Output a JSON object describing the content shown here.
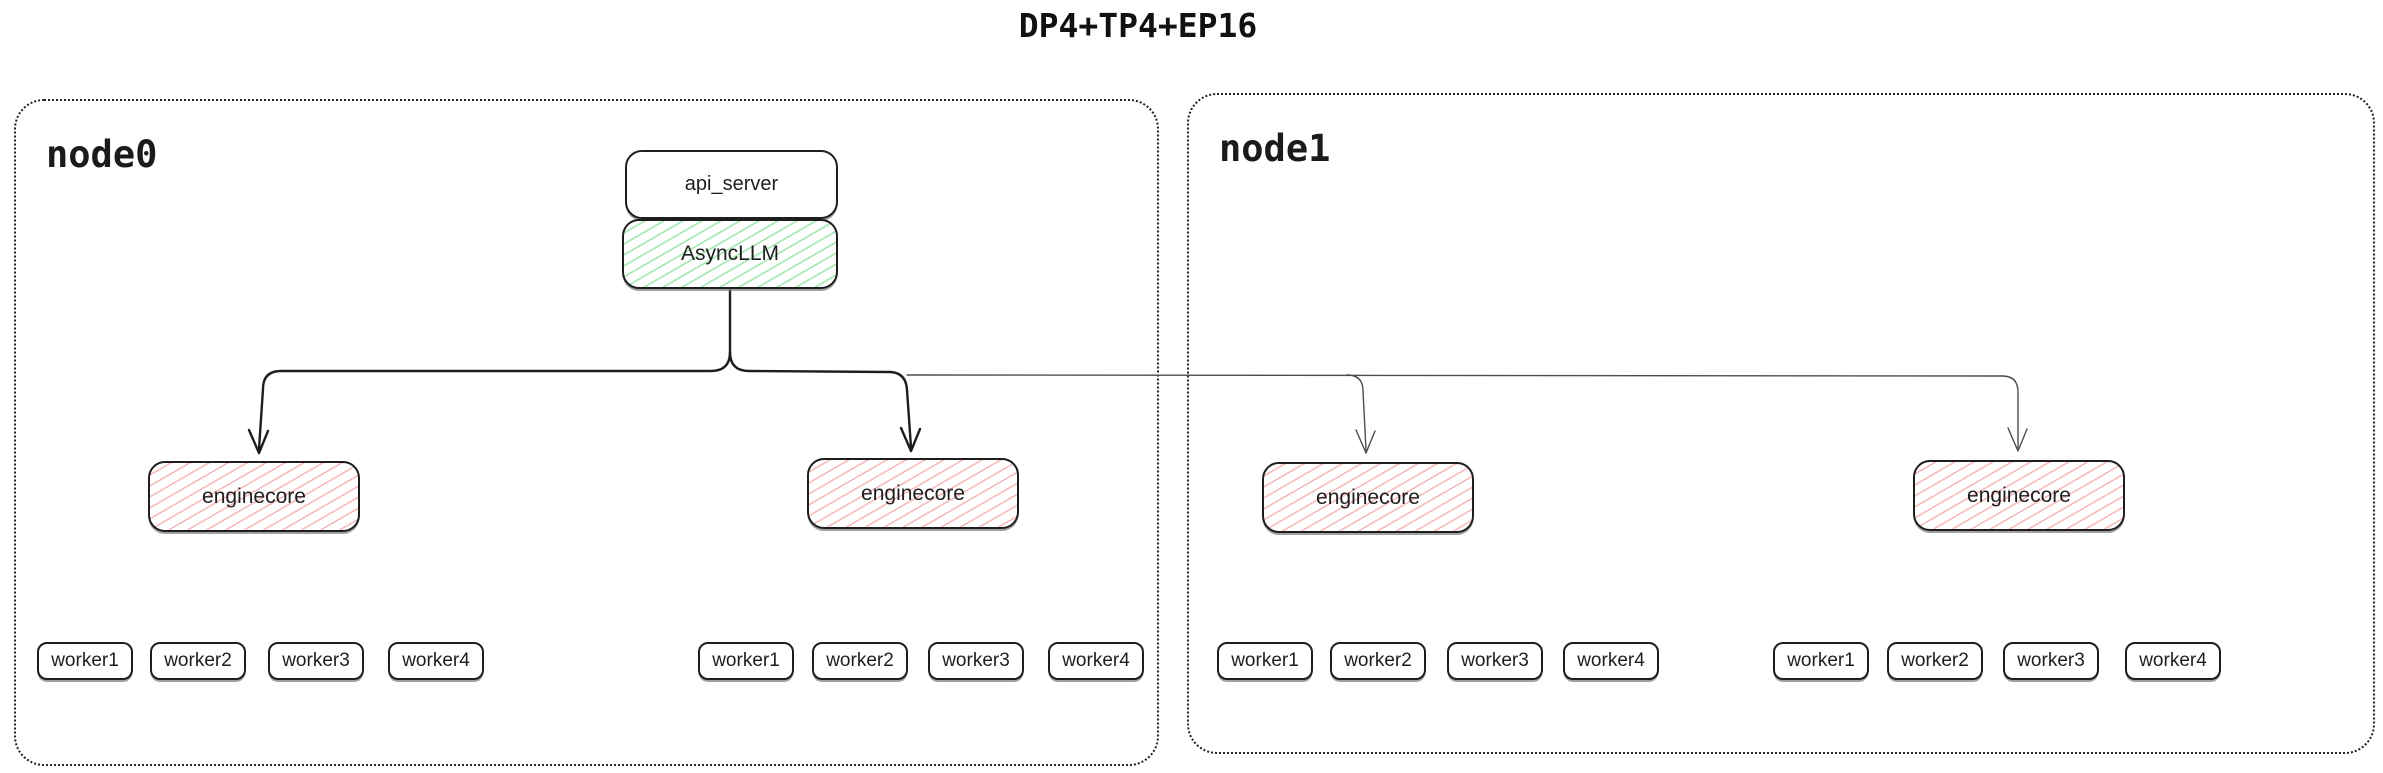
{
  "title": "DP4+TP4+EP16",
  "server_stack": {
    "api_server": "api_server",
    "async_llm": "AsyncLLM"
  },
  "nodes": [
    {
      "label": "node0",
      "enginecores": [
        {
          "label": "enginecore",
          "workers": [
            "worker1",
            "worker2",
            "worker3",
            "worker4"
          ]
        },
        {
          "label": "enginecore",
          "workers": [
            "worker1",
            "worker2",
            "worker3",
            "worker4"
          ]
        }
      ]
    },
    {
      "label": "node1",
      "enginecores": [
        {
          "label": "enginecore",
          "workers": [
            "worker1",
            "worker2",
            "worker3",
            "worker4"
          ]
        },
        {
          "label": "enginecore",
          "workers": [
            "worker1",
            "worker2",
            "worker3",
            "worker4"
          ]
        }
      ]
    }
  ],
  "colors": {
    "stroke": "#1e1e1e",
    "green_hatch": "#a7e8b6",
    "red_hatch": "#f6bcbc",
    "thin_line": "#4d4d4d"
  }
}
